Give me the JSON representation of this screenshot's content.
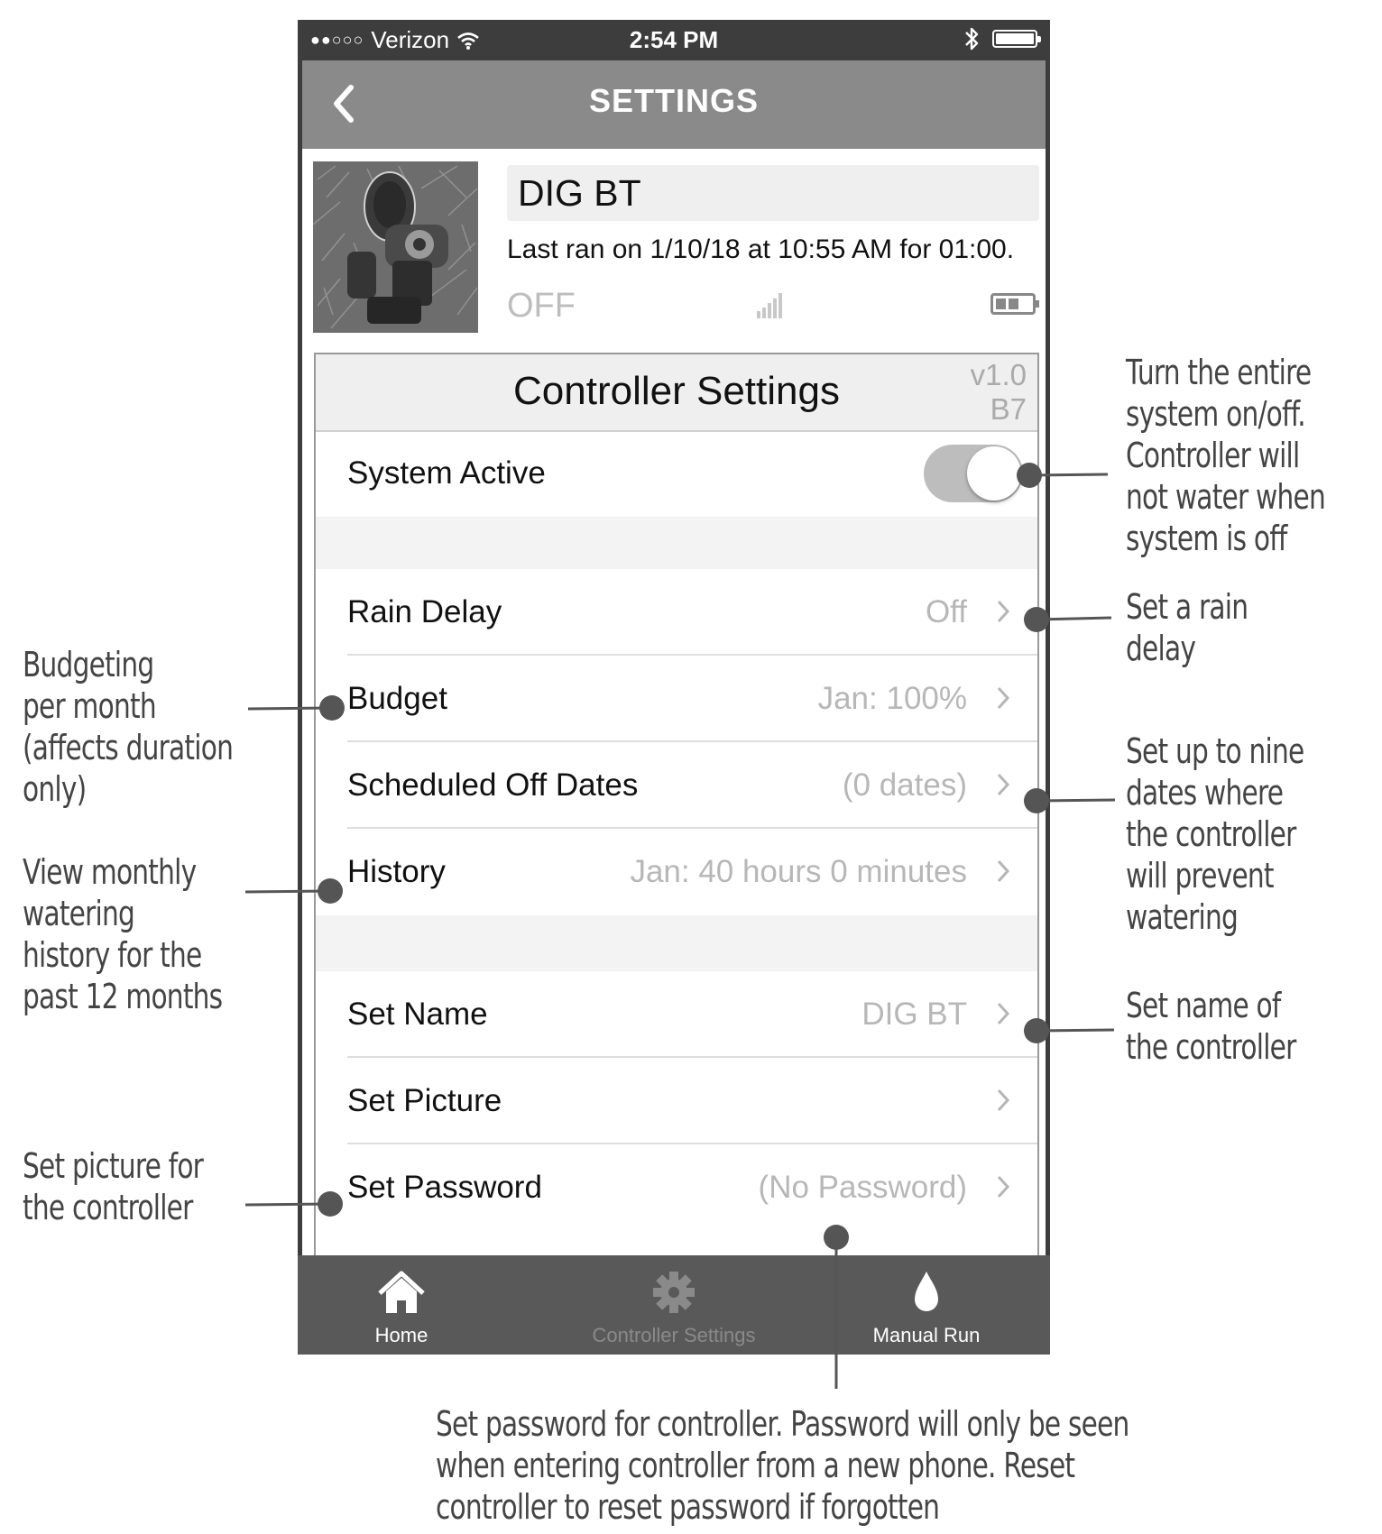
{
  "status_bar": {
    "signal_dots": "●●○○○",
    "carrier": "Verizon",
    "time": "2:54 PM",
    "wifi_icon": "wifi-icon",
    "bluetooth_icon": "bluetooth-icon",
    "battery_icon": "battery-icon"
  },
  "nav": {
    "back_icon": "chevron-left-icon",
    "title": "SETTINGS"
  },
  "device": {
    "name": "DIG BT",
    "last_ran": "Last ran on 1/10/18 at 10:55 AM for 01:00.",
    "state": "OFF",
    "signal_icon": "signal-strength-icon",
    "battery_icon": "device-battery-icon",
    "battery_level": 0.5
  },
  "panel": {
    "title": "Controller Settings",
    "version_line1": "v1.0",
    "version_line2": "B7"
  },
  "rows": {
    "system_active": {
      "label": "System Active",
      "on": true
    },
    "rain_delay": {
      "label": "Rain Delay",
      "value": "Off"
    },
    "budget": {
      "label": "Budget",
      "value": "Jan: 100%"
    },
    "scheduled_off": {
      "label": "Scheduled Off Dates",
      "value": "(0 dates)"
    },
    "history": {
      "label": "History",
      "value": "Jan: 40 hours 0 minutes"
    },
    "set_name": {
      "label": "Set Name",
      "value": "DIG BT"
    },
    "set_picture": {
      "label": "Set Picture",
      "value": ""
    },
    "set_password": {
      "label": "Set Password",
      "value": "(No Password)"
    }
  },
  "tabs": [
    {
      "label": "Home",
      "icon": "home-icon",
      "active": true
    },
    {
      "label": "Controller Settings",
      "icon": "gear-icon",
      "active": false
    },
    {
      "label": "Manual Run",
      "icon": "water-drop-icon",
      "active": true
    }
  ],
  "annotations": {
    "system": [
      "Turn the entire",
      "system on/off.",
      "Controller will",
      "not water when",
      "system is off"
    ],
    "rain": [
      "Set a rain",
      "delay"
    ],
    "budget": [
      "Budgeting",
      "per month",
      "(affects duration",
      "only)"
    ],
    "offdates": [
      "Set up to nine",
      "dates where",
      "the controller",
      "will prevent",
      "watering"
    ],
    "history": [
      "View monthly",
      "watering",
      "history for the",
      "past 12 months"
    ],
    "name": [
      "Set name of",
      "the controller"
    ],
    "picture": [
      "Set picture for",
      "the controller"
    ],
    "password": [
      "Set password for controller. Password will only be seen",
      "when entering controller from a new phone. Reset",
      "controller to reset password if forgotten"
    ]
  },
  "colors": {
    "navbar": "#8a8a8a",
    "tabbar": "#595959",
    "callout": "#555555"
  }
}
